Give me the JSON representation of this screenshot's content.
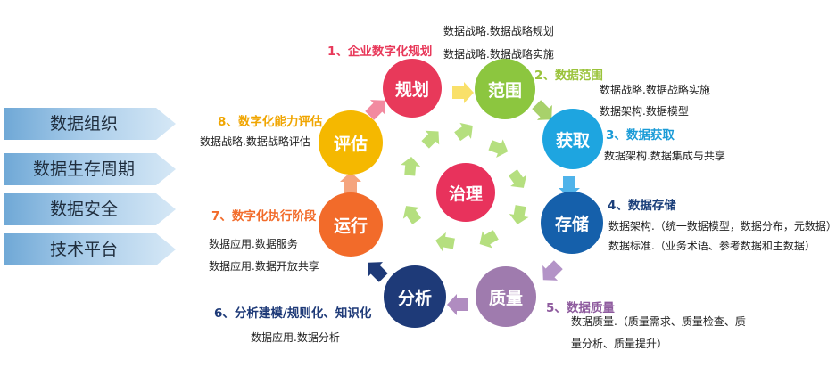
{
  "side_tags": [
    "数据组织",
    "数据生存周期",
    "数据安全",
    "技术平台"
  ],
  "center": {
    "label": "治理",
    "color": "#e8325c"
  },
  "stages": [
    {
      "label": "规划",
      "color": "#e8395a",
      "title": "1、企业数字化规划",
      "title_color": "#e8395a",
      "desc": [
        "数据战略.数据战略规划",
        "数据战略.数据战略实施"
      ]
    },
    {
      "label": "范围",
      "color": "#8cc63f",
      "title": "2、数据范围",
      "title_color": "#9ac33a",
      "desc": [
        "数据战略.数据战略实施",
        "数据架构.数据模型"
      ]
    },
    {
      "label": "获取",
      "color": "#1ea5e0",
      "title": "3、数据获取",
      "title_color": "#1a9bd7",
      "desc": [
        "数据架构.数据集成与共享"
      ]
    },
    {
      "label": "存储",
      "color": "#1560ab",
      "title": "4、数据存储",
      "title_color": "#1b3f7a",
      "desc": [
        "数据架构.（统一数据模型，数据分布，元数据）",
        "数据标准.（业务术语、参考数据和主数据）"
      ]
    },
    {
      "label": "质量",
      "color": "#9f7bae",
      "title": "5、数据质量",
      "title_color": "#8e5b9e",
      "desc": [
        "数据质量.（质量需求、质量检查、质",
        "量分析、质量提升）"
      ]
    },
    {
      "label": "分析",
      "color": "#1e3a78",
      "title": "6、分析建模/规则化、知识化",
      "title_color": "#1e3a78",
      "desc": [
        "数据应用.数据分析"
      ]
    },
    {
      "label": "运行",
      "color": "#f26b2a",
      "title": "7、数字化执行阶段",
      "title_color": "#f26b2a",
      "desc": [
        "数据应用.数据服务",
        "数据应用.数据开放共享"
      ]
    },
    {
      "label": "评估",
      "color": "#f5b800",
      "title": "8、数字化能力评估",
      "title_color": "#f0a500",
      "desc": [
        "数据战略.数据战略评估"
      ]
    }
  ],
  "colors": {
    "inner_arrow": "#b5df7f",
    "arrow_1_2": "#f9e06a",
    "arrow_2_3": "#a8d16b",
    "arrow_3_4": "#4fb3ea",
    "arrow_4_5": "#b393c7",
    "arrow_5_6": "#b08cc0",
    "arrow_6_7": "#1e3a78",
    "arrow_7_8": "#f5a47d",
    "arrow_8_1": "#f28aa0"
  }
}
